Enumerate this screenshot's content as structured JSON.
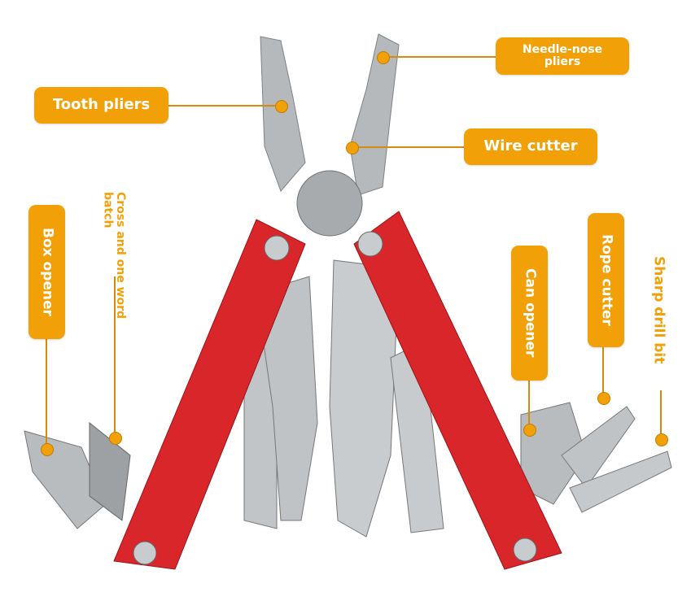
{
  "labels": {
    "tooth_pliers": "Tooth pliers",
    "needle_nose_pliers": "Needle-nose pliers",
    "wire_cutter": "Wire cutter",
    "box_opener": "Box opener",
    "cross_bit": "Cross and one word batch",
    "can_opener": "Can opener",
    "rope_cutter": "Rope cutter",
    "drill_bit": "Sharp drill bit"
  },
  "colors": {
    "label": "#F2A007",
    "handle": "#D9262B",
    "steel": "#B8BCBF"
  }
}
